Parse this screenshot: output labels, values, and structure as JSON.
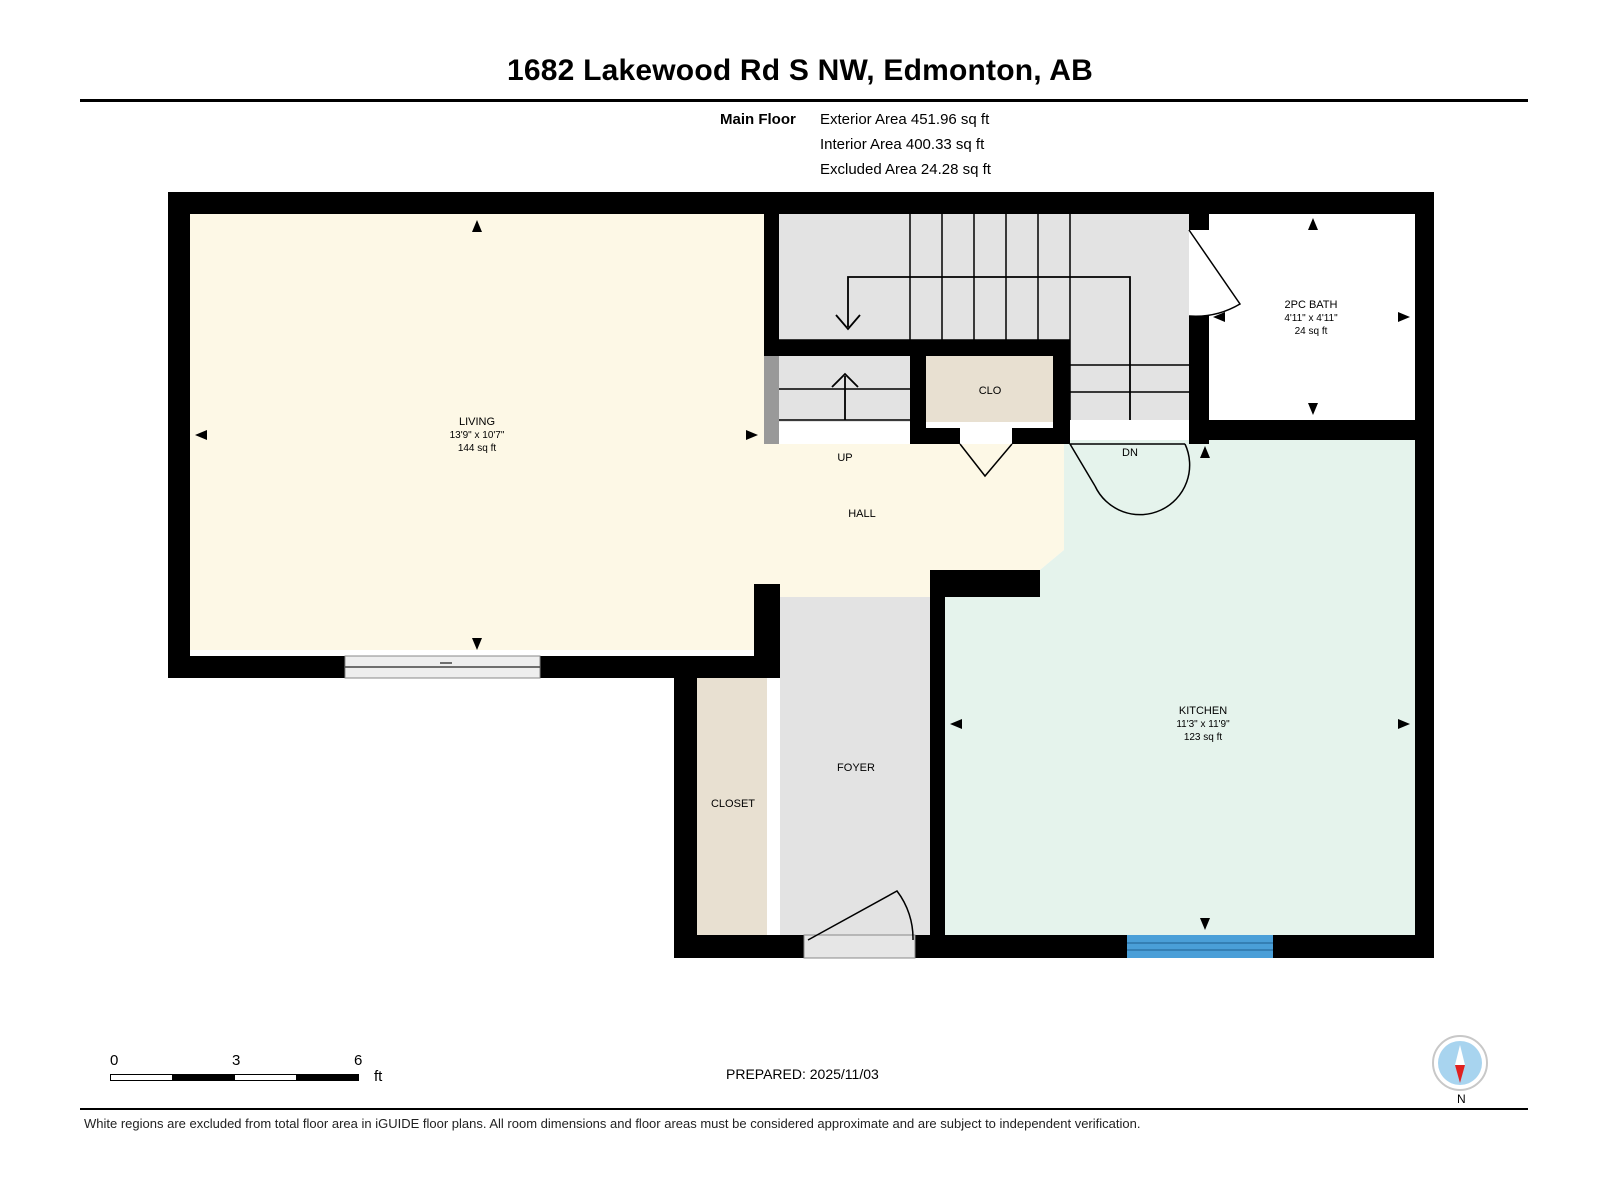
{
  "title": "1682 Lakewood Rd S NW, Edmonton, AB",
  "floor": {
    "label": "Main Floor",
    "exterior_area": "Exterior Area 451.96 sq ft",
    "interior_area": "Interior Area 400.33 sq ft",
    "excluded_area": "Excluded Area 24.28 sq ft"
  },
  "rooms": {
    "living": {
      "name": "LIVING",
      "dims": "13'9\" x 10'7\"",
      "area": "144 sq ft"
    },
    "bath": {
      "name": "2PC BATH",
      "dims": "4'11\" x 4'11\"",
      "area": "24 sq ft"
    },
    "kitchen": {
      "name": "KITCHEN",
      "dims": "11'3\" x 11'9\"",
      "area": "123 sq ft"
    },
    "clo": {
      "name": "CLO"
    },
    "hall": {
      "name": "HALL"
    },
    "foyer": {
      "name": "FOYER"
    },
    "closet": {
      "name": "CLOSET"
    },
    "stairs_up": "UP",
    "stairs_down": "DN"
  },
  "colors": {
    "living_hall": "#fdf8e6",
    "kitchen": "#e5f3ec",
    "closet": "#e8e0d1",
    "stairs": "#e3e3e3",
    "walls": "#000000",
    "window_blue": "#4a9fd8",
    "compass_circle": "#a8d4ef",
    "compass_needle": "#e02020"
  },
  "scale_bar": {
    "labels": [
      "0",
      "3",
      "6"
    ],
    "unit": "ft"
  },
  "prepared": "PREPARED: 2025/11/03",
  "compass": {
    "label": "N"
  },
  "disclaimer": "White regions are excluded from total floor area in iGUIDE floor plans. All room dimensions and floor areas must be considered approximate and are subject to independent verification."
}
